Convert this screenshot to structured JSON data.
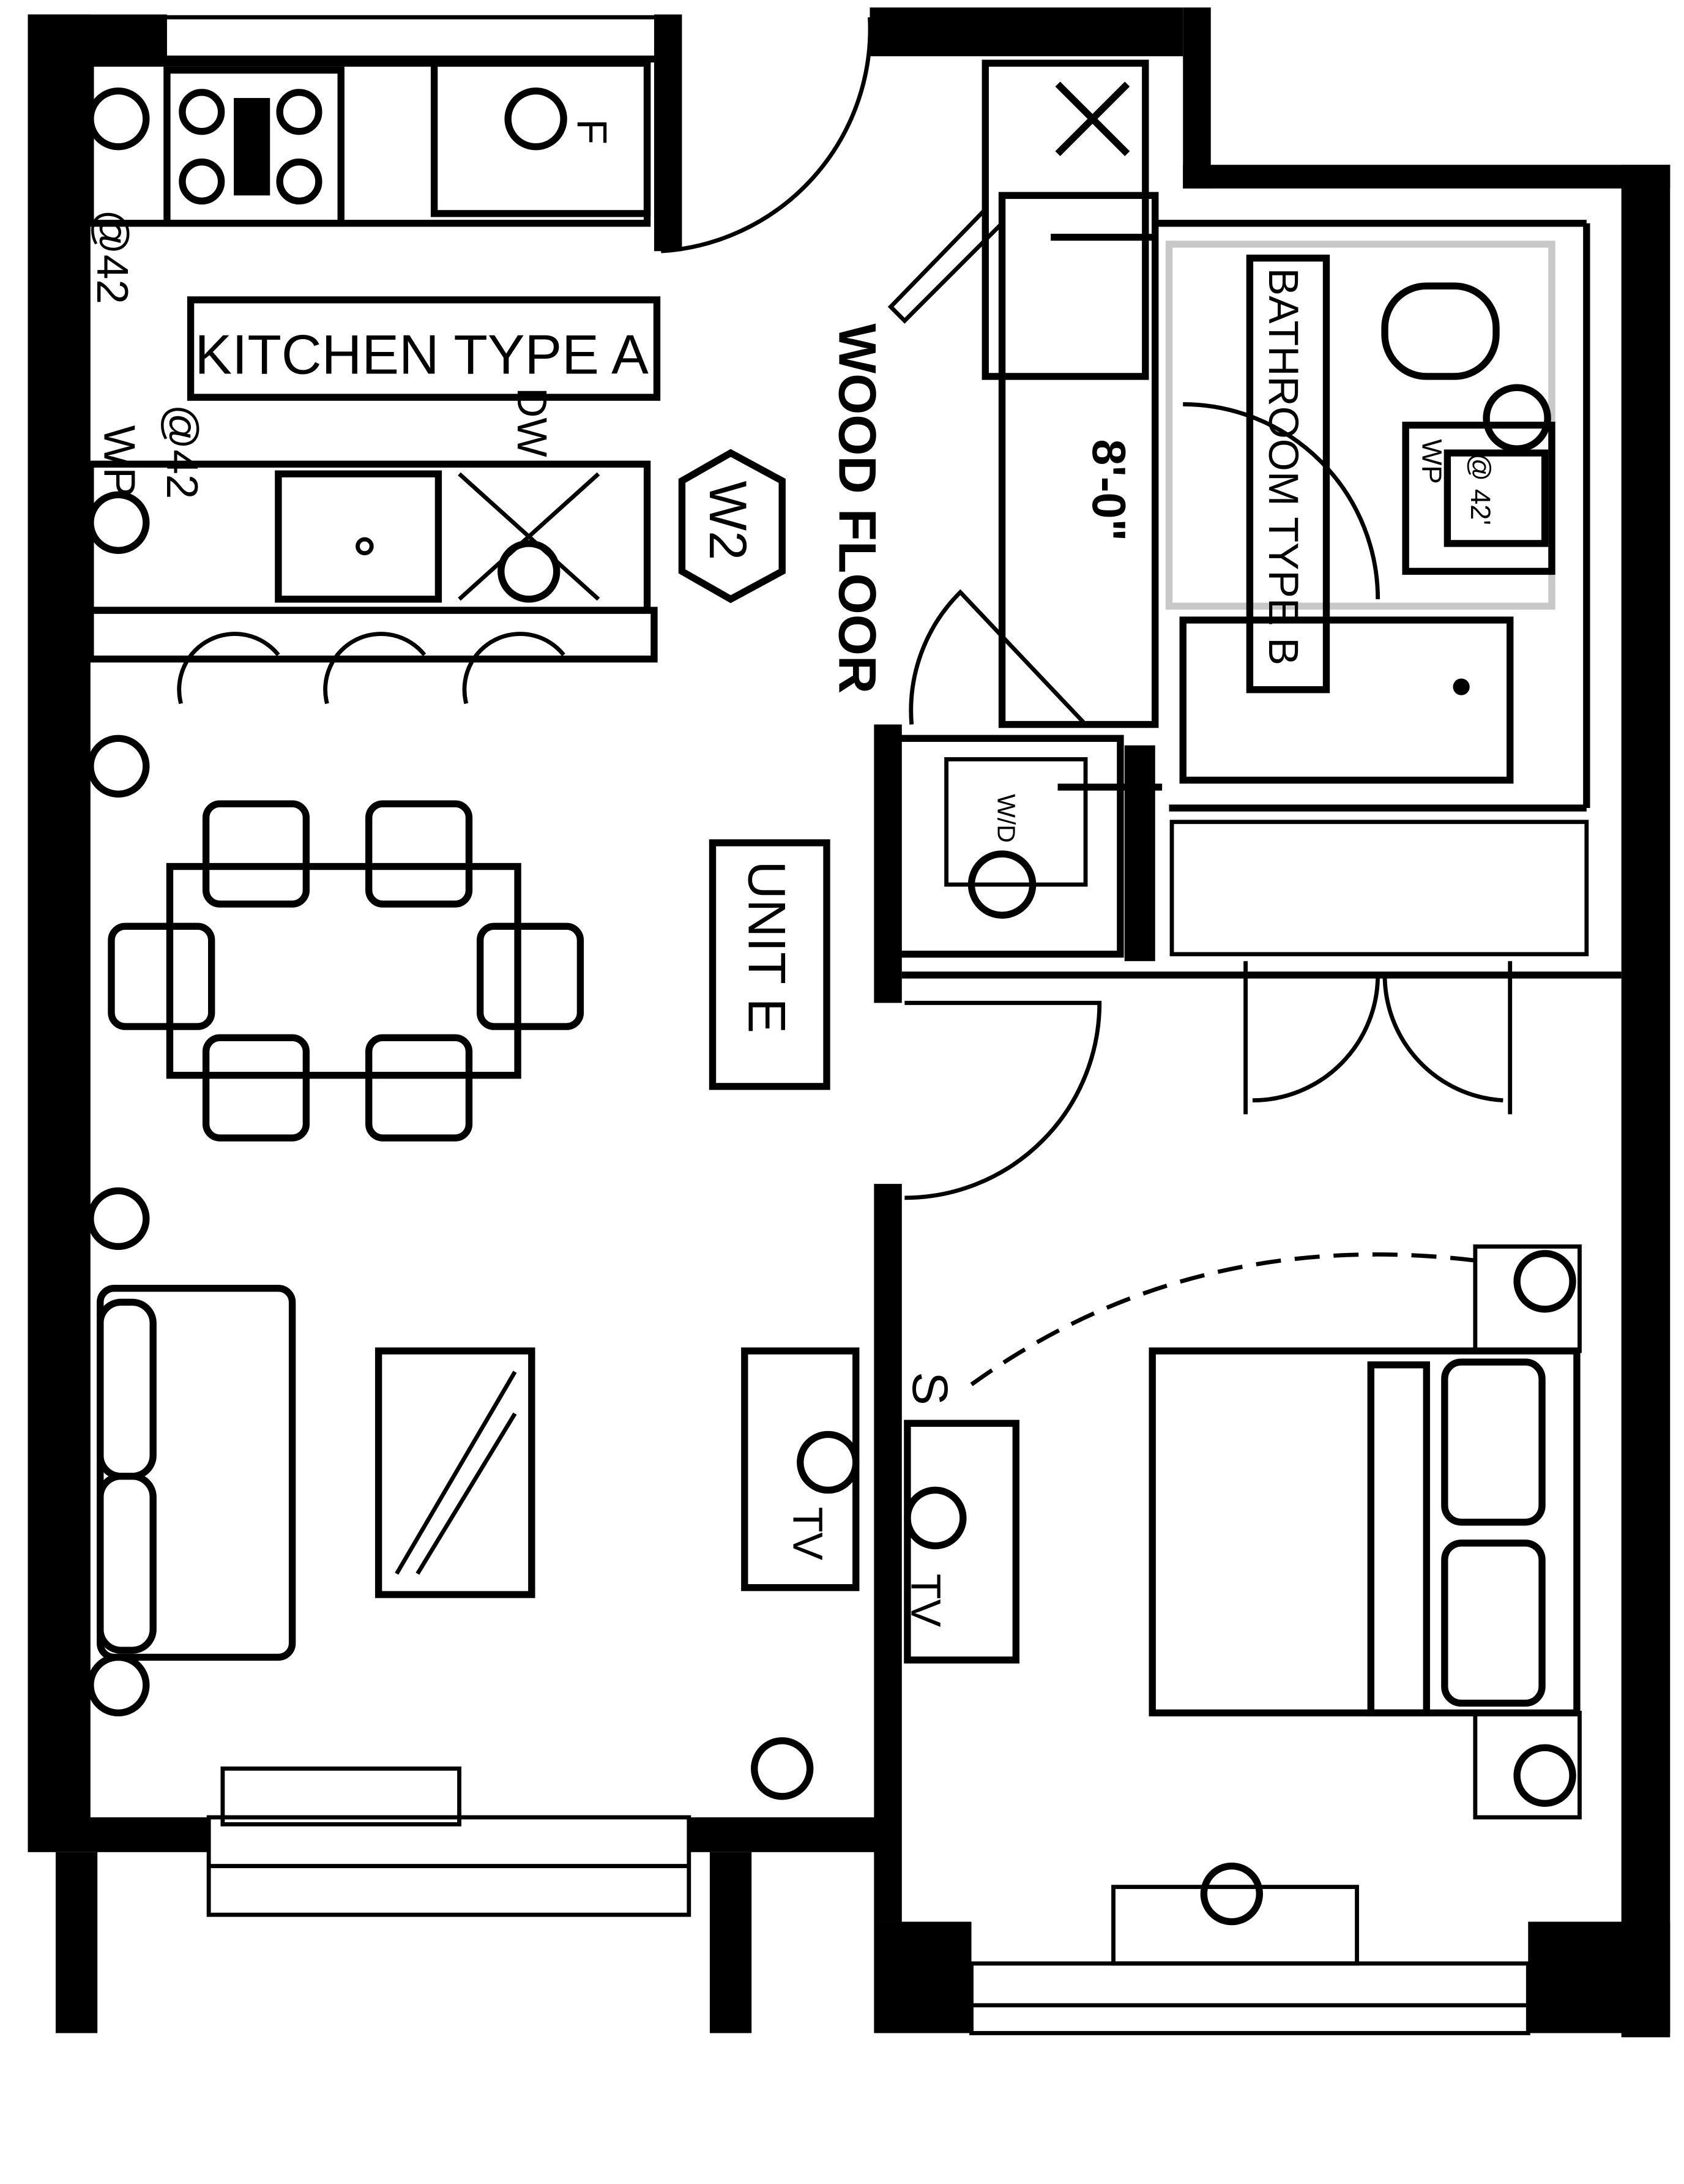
{
  "plan": {
    "unit_label": "UNIT E",
    "kitchen_label": "KITCHEN TYPE A",
    "bathroom_label": "BATHROOM TYPE B",
    "floor_label": "WOOD FLOOR",
    "finish_tag": "W2",
    "dimension": "8'-0\"",
    "fridge_label": "F",
    "dishwasher_label": "DW",
    "washer_dryer_label": "W/D",
    "switch_label": "S",
    "outlet_height_labels": [
      "@42",
      "@42",
      "@ 42'"
    ],
    "wp_labels": [
      "WP",
      "WP"
    ],
    "tv_labels": [
      "TV",
      "TV"
    ]
  },
  "colors": {
    "line": "#000000",
    "fixture_grey": "#c8c8c8",
    "background": "#ffffff"
  }
}
